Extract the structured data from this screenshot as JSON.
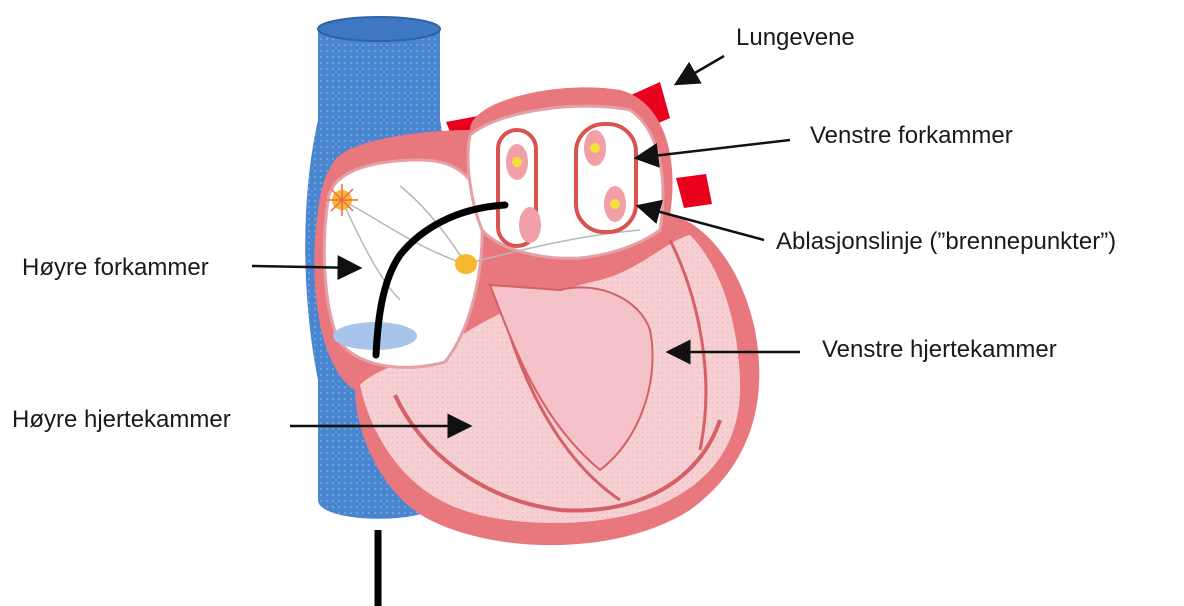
{
  "labels": {
    "lungevene": "Lungevene",
    "venstre_forkammer": "Venstre forkammer",
    "ablasjonslinje": "Ablasjonslinje (”brennepunkter”)",
    "hoyre_forkammer": "Høyre forkammer",
    "venstre_hjertekammer": "Venstre hjertekammer",
    "hoyre_hjertekammer": "Høyre hjertekammer"
  },
  "colors": {
    "vena_cava": "#4a86d0",
    "heart_wall": "#e8787e",
    "heart_interior": "#f6cfd3",
    "atrium_fill": "#ffffff",
    "vessel_red": "#e8001c",
    "ablation_line": "#d9534f",
    "burn_point": "#f5b82e",
    "catheter": "#000000"
  }
}
